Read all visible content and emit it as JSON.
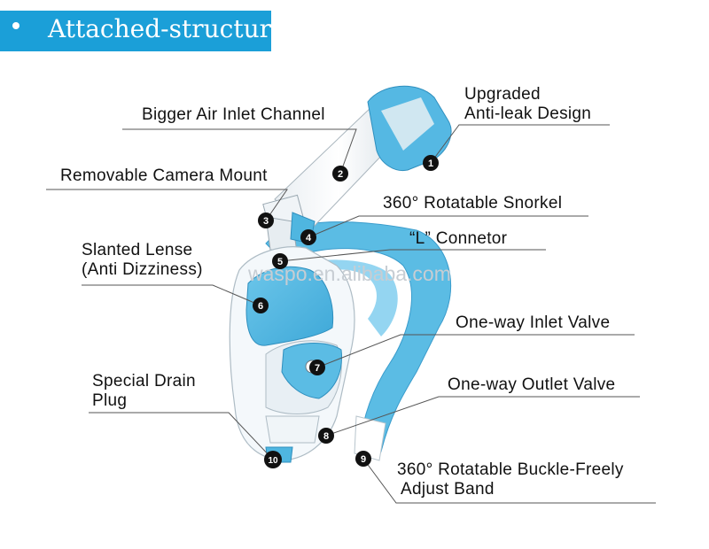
{
  "header": {
    "title": "Attached-structure"
  },
  "watermark": "waspo.en.alibaba.com",
  "callouts": [
    {
      "number": "1",
      "lines": [
        "Upgraded",
        "Anti-leak Design"
      ]
    },
    {
      "number": "2",
      "lines": [
        "Bigger Air Inlet Channel"
      ]
    },
    {
      "number": "3",
      "lines": [
        "Removable Camera Mount"
      ]
    },
    {
      "number": "4",
      "lines": [
        "360° Rotatable Snorkel"
      ]
    },
    {
      "number": "5",
      "lines": [
        "“L” Connetor"
      ]
    },
    {
      "number": "6",
      "lines": [
        "Slanted Lense",
        "(Anti Dizziness)"
      ]
    },
    {
      "number": "7",
      "lines": [
        "One-way Inlet Valve"
      ]
    },
    {
      "number": "8",
      "lines": [
        "One-way Outlet Valve"
      ]
    },
    {
      "number": "9",
      "lines": [
        "360° Rotatable Buckle-Freely",
        "Adjust Band"
      ]
    },
    {
      "number": "10",
      "lines": [
        "Special Drain",
        "Plug"
      ]
    }
  ],
  "colors": {
    "header": "#1b9fd8",
    "mask_blue": "#4fb6e0",
    "strap_blue": "#5bbce4",
    "mask_white": "#f4f8fb",
    "marker": "#111111"
  }
}
